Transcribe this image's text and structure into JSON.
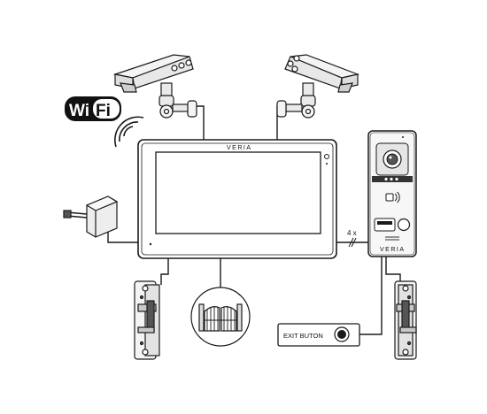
{
  "wifi": {
    "text_wi": "Wi",
    "text_fi": "Fi"
  },
  "monitor": {
    "brand": "VERIA"
  },
  "door_panel": {
    "brand": "VERIA"
  },
  "wiring": {
    "wire_count_label": "4 x"
  },
  "exit_button": {
    "label": "EXIT BUTON"
  },
  "colors": {
    "line": "#1a1a1a",
    "fill_light": "#f4f4f4",
    "fill_mid": "#d9d9d9",
    "fill_dark": "#555555"
  },
  "icons": [
    "wifi-logo-icon",
    "wifi-signal-icon",
    "cctv-camera-icon",
    "power-adapter-icon",
    "electric-strike-lock-icon",
    "gate-icon",
    "exit-button-icon",
    "door-panel-camera-icon",
    "rfid-reader-icon",
    "call-button-icon"
  ]
}
